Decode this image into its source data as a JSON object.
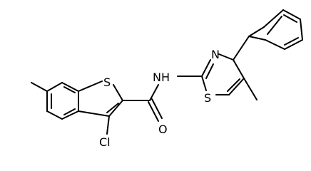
{
  "molecule": {
    "atoms": {
      "s1": "S",
      "s2": "S",
      "cl": "Cl",
      "o": "O",
      "nh": "NH",
      "n": "N"
    }
  }
}
